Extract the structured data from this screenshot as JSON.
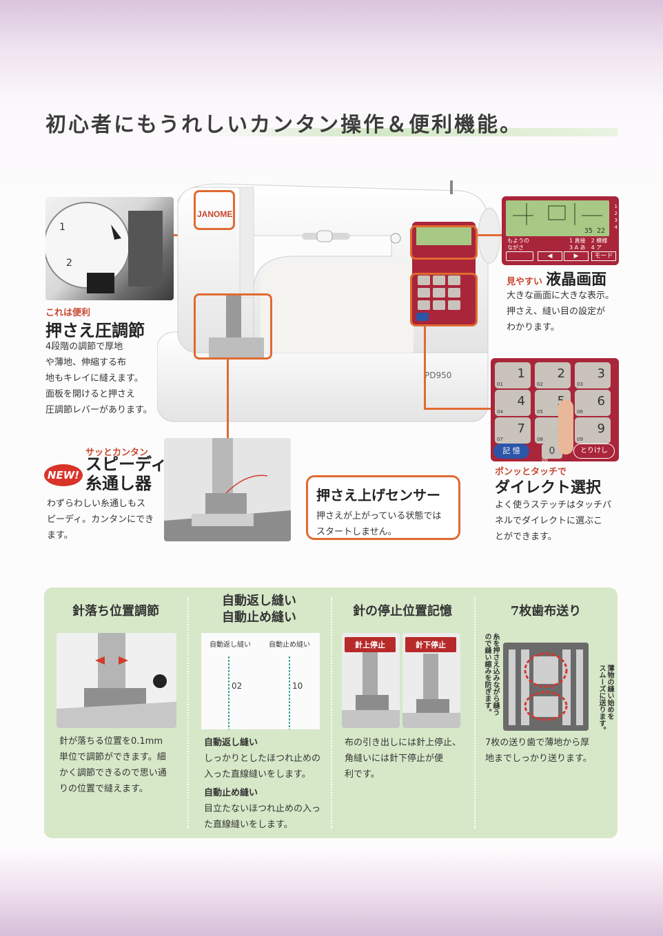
{
  "headline": "初心者にもうれしいカンタン操作＆便利機能。",
  "machine": {
    "brand": "JANOME",
    "model": "PD950"
  },
  "features": {
    "presser": {
      "tag": "これは便利",
      "title": "押さえ圧調節",
      "lines": [
        "4段階の調節で厚地",
        "や薄地、伸縮する布",
        "地もキレイに縫えます。",
        "面板を開けると押さえ",
        "圧調節レバーがあります。"
      ]
    },
    "threader": {
      "badge": "NEW!",
      "tag": "サッとカンタン",
      "title1": "スピーディ",
      "title2": "糸通し器",
      "lines": [
        "わずらわしい糸通しもス",
        "ピーディ。カンタンにでき",
        "ます。"
      ]
    },
    "sensor": {
      "title": "押さえ上げセンサー",
      "lines": [
        "押さえが上がっている状態では",
        "スタートしません。"
      ]
    },
    "lcd": {
      "tag": "見やすい",
      "title": "液晶画面",
      "lines": [
        "大きな画面に大きな表示。",
        "押さえ、縫い目の設定が",
        "わかります。"
      ],
      "screen_value": "35 22",
      "side_nums": [
        "1",
        "2",
        "3",
        "4"
      ],
      "sub_left1": "もようの",
      "sub_left2": "ながさ",
      "sub_right1": "1 直接　2 模様",
      "sub_right2": "3 A あ　4 ア",
      "mode_label": "モード"
    },
    "direct": {
      "tag": "ポンッとタッチで",
      "title": "ダイレクト選択",
      "lines": [
        "よく使うステッチはタッチパ",
        "ネルでダイレクトに選ぶこ",
        "とができます。"
      ],
      "keys": [
        {
          "n": "1",
          "s": "01"
        },
        {
          "n": "2",
          "s": "02"
        },
        {
          "n": "3",
          "s": "03"
        },
        {
          "n": "4",
          "s": "04"
        },
        {
          "n": "5",
          "s": "05"
        },
        {
          "n": "6",
          "s": "06"
        },
        {
          "n": "7",
          "s": "07"
        },
        {
          "n": "8",
          "s": "08"
        },
        {
          "n": "9",
          "s": "09"
        }
      ],
      "memory_label": "記 憶",
      "zero_label": "0",
      "zero_sub": "00",
      "cancel_label": "とりけし"
    }
  },
  "panels": [
    {
      "title": "針落ち位置調節",
      "lines": [
        "針が落ちる位置を0.1mm",
        "単位で調節ができます。細",
        "かく調節できるので思い通",
        "りの位置で縫えます。"
      ]
    },
    {
      "title1": "自動返し縫い",
      "title2": "自動止め縫い",
      "label_a": "自動返し縫い",
      "label_b": "自動止め縫い",
      "num_a": "02",
      "num_b": "10",
      "sub1": "自動返し縫い",
      "lines1": [
        "しっかりとしたほつれ止めの",
        "入った直線縫いをします。"
      ],
      "sub2": "自動止め縫い",
      "lines2": [
        "目立たないほつれ止めの入っ",
        "た直線縫いをします。"
      ]
    },
    {
      "title": "針の停止位置記憶",
      "tag_up": "針上停止",
      "tag_down": "針下停止",
      "lines": [
        "布の引き出しには針上停止、",
        "角縫いには針下停止が便",
        "利です。"
      ]
    },
    {
      "title": "7枚歯布送り",
      "vleft": [
        "糸を押さえ込みながら縫う",
        "ので縫い縮みを防ぎます。"
      ],
      "vright": [
        "薄物の縫い始めを",
        "スムーズに送ります。"
      ],
      "lines": [
        "7枚の送り歯で薄地から厚",
        "地までしっかり送ります。"
      ]
    }
  ]
}
